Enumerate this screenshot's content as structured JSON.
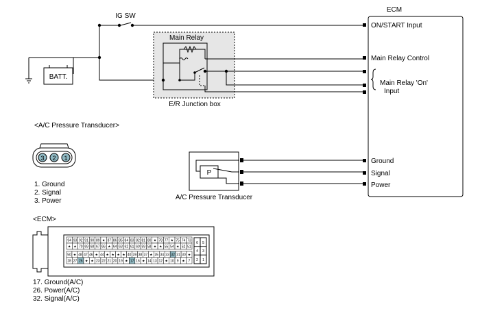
{
  "ecm": {
    "title": "ECM",
    "pins": {
      "on_start": "ON/START Input",
      "main_relay_control": "Main Relay Control",
      "main_relay_on_1": "Main Relay 'On'",
      "main_relay_on_2": "Input",
      "ground": "Ground",
      "signal": "Signal",
      "power": "Power"
    }
  },
  "ig_sw": "IG SW",
  "battery": "BATT.",
  "relay": {
    "title": "Main Relay",
    "box": "E/R Junction box"
  },
  "transducer": {
    "symbol": "P",
    "label": "A/C Pressure Transducer"
  },
  "connector_section": {
    "title": "<A/C Pressure Transducer>",
    "pin_numbers": [
      "3",
      "2",
      "1"
    ],
    "pins_list": [
      "1. Ground",
      "2. Signal",
      "3. Power"
    ]
  },
  "ecm_section": {
    "title": "<ECM>",
    "row1": [
      "94",
      "93",
      "92",
      "91",
      "90",
      "89",
      "★",
      "87",
      "86",
      "85",
      "84",
      "83",
      "82",
      "81",
      "80",
      "★",
      "78",
      "77",
      "★",
      "75",
      "74",
      "73"
    ],
    "row2": [
      "★",
      "★",
      "70",
      "69",
      "68",
      "67",
      "66",
      "★",
      "64",
      "63",
      "62",
      "61",
      "60",
      "59",
      "58",
      "★",
      "★",
      "55",
      "54",
      "★",
      "52",
      "51"
    ],
    "row3": [
      "50",
      "★",
      "48",
      "47",
      "46",
      "★",
      "44",
      "★",
      "★",
      "★",
      "★",
      "40",
      "39",
      "38",
      "37",
      "★",
      "35",
      "34",
      "33",
      "32",
      "31",
      "30",
      "★"
    ],
    "row4": [
      "28",
      "27",
      "26",
      "★",
      "★",
      "23",
      "22",
      "21",
      "20",
      "19",
      "★",
      "17",
      "16",
      "★",
      "14",
      "13",
      "12",
      "★",
      "10",
      "9",
      "★",
      "7"
    ],
    "small_grid": [
      "6",
      "5",
      "4",
      "3",
      "2",
      "1"
    ],
    "pins_list": [
      "17. Ground(A/C)",
      "26. Power(A/C)",
      "32. Signal(A/C)"
    ]
  }
}
